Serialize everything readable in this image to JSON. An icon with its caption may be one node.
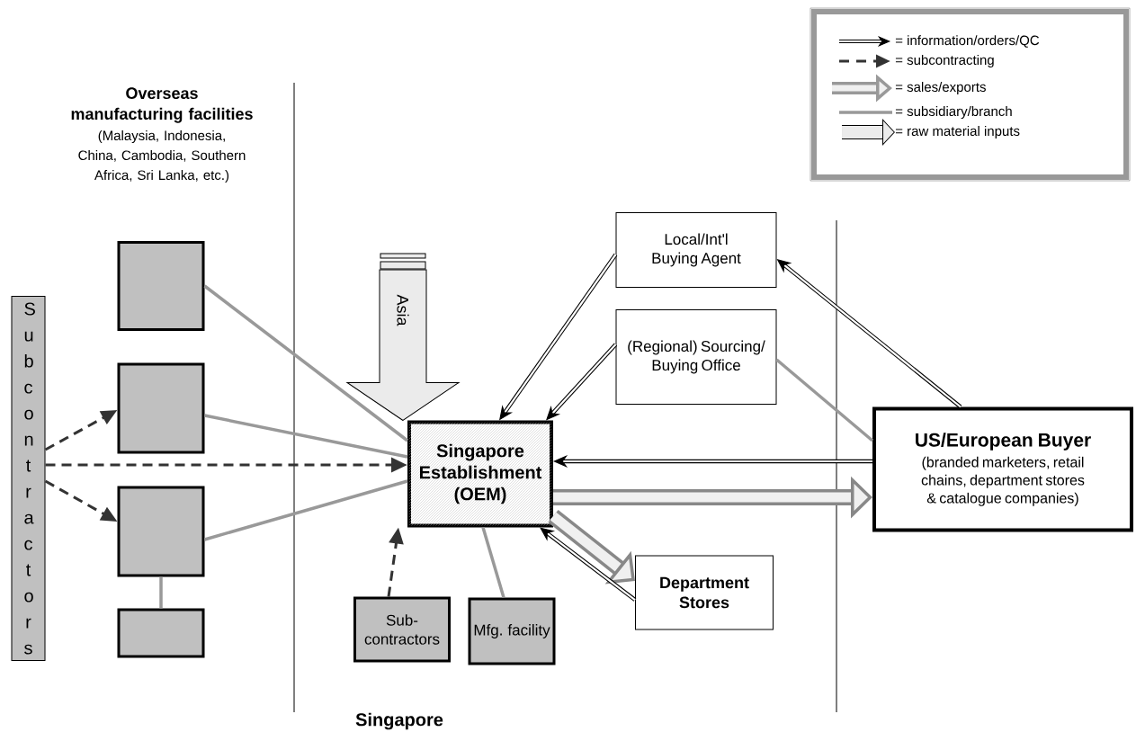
{
  "diagram": {
    "nodes": [
      {
        "text": [
          "Subcontractors"
        ]
      },
      {
        "text": [],
        "shape": "box"
      },
      {
        "text": [],
        "shape": "box"
      },
      {
        "text": [],
        "shape": "box"
      },
      {
        "text": [],
        "shape": "box"
      },
      {
        "text": [
          "Singapore Establishment (OEM)"
        ]
      },
      {
        "text": [
          "Local/Int'l Buying Agent"
        ]
      },
      {
        "text": [
          "(Regional) Sourcing/ Buying Office"
        ]
      },
      {
        "text": [
          "US/European Buyer",
          "(branded marketers, retail chains, department stores & catalogue companies)"
        ]
      },
      {
        "text": [
          "Department Stores"
        ]
      },
      {
        "text": [
          "Sub- contractors"
        ]
      },
      {
        "text": [
          "Mfg. facility"
        ]
      }
    ],
    "edges": [
      {
        "from": 0,
        "to": 5,
        "arrow": "to",
        "style": "dashed",
        "color": "#333333"
      },
      {
        "from": 0,
        "to": 2,
        "arrow": "to",
        "style": "dashed",
        "color": "#333333"
      },
      {
        "from": 0,
        "to": 3,
        "arrow": "to",
        "style": "dashed",
        "color": "#333333"
      },
      {
        "from": 1,
        "to": 5,
        "arrow": "none",
        "color": "#999999"
      },
      {
        "from": 2,
        "to": 5,
        "arrow": "none",
        "color": "#999999"
      },
      {
        "from": 3,
        "to": 5,
        "arrow": "none",
        "color": "#999999"
      },
      {
        "from": 3,
        "to": 4,
        "arrow": "none",
        "color": "#999999"
      },
      {
        "from": 10,
        "to": 5,
        "arrow": "to",
        "style": "dashed",
        "color": "#333333"
      },
      {
        "from": 11,
        "to": 5,
        "arrow": "none",
        "color": "#999999"
      },
      {
        "from": 6,
        "to": 5,
        "arrow": "to",
        "color": "#000000"
      },
      {
        "from": 7,
        "to": 5,
        "arrow": "to",
        "color": "#000000"
      },
      {
        "from": 8,
        "to": 6,
        "arrow": "to",
        "color": "#000000"
      },
      {
        "from": 8,
        "to": 5,
        "arrow": "to",
        "color": "#000000"
      },
      {
        "from": 7,
        "to": 8,
        "arrow": "none",
        "color": "#999999"
      },
      {
        "from": 5,
        "to": 8,
        "arrow": "to",
        "style": "thick",
        "color": "#888888"
      },
      {
        "from": 5,
        "to": 9,
        "arrow": "to",
        "style": "thick",
        "color": "#888888"
      },
      {
        "from": 9,
        "to": 5,
        "arrow": "to",
        "color": "#000000"
      },
      {
        "from": null,
        "to": 5,
        "arrow": "to",
        "style": "thick",
        "color": "#000000",
        "label": "Asia"
      }
    ],
    "labels": [
      "Overseas manufacturing facilities",
      "(Malaysia, Indonesia, China, Cambodia, Southern Africa, Sri Lanka, etc.)",
      "Singapore"
    ],
    "legend": [
      {
        "text": "= information/orders/QC"
      },
      {
        "text": "= subcontracting"
      },
      {
        "text": "= sales/exports"
      },
      {
        "text": "= subsidiary/branch"
      },
      {
        "text": "= raw material inputs"
      }
    ]
  }
}
